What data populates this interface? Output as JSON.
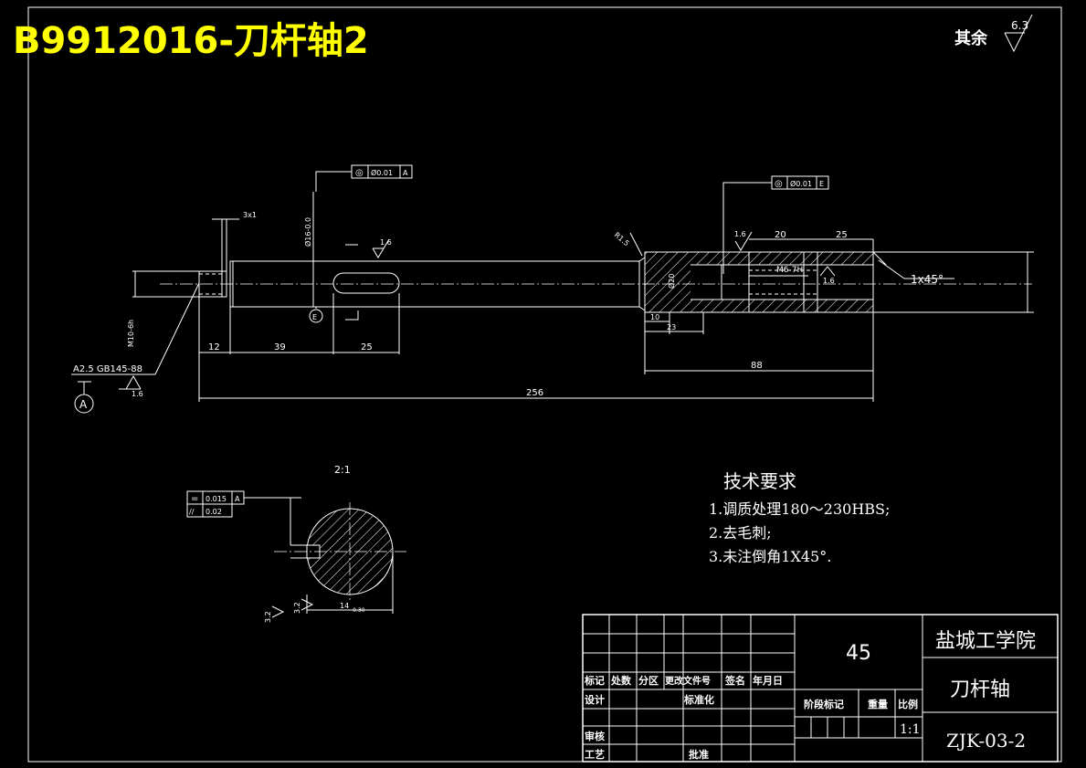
{
  "title": "B9912016-刀杆轴2",
  "roughness_other": {
    "label": "其余",
    "value": "6.3"
  },
  "tolerance_frames": {
    "top_left": {
      "symbol": "◎",
      "value": "Ø0.01",
      "datum": "A"
    },
    "top_right": {
      "symbol": "◎",
      "value": "Ø0.01",
      "datum": "E"
    },
    "section_sym": {
      "symbol": "=",
      "value": "0.015",
      "datum": "A"
    },
    "section_par": {
      "symbol": "//",
      "value": "0.02"
    }
  },
  "dims": {
    "d3x1": "3x1",
    "d12": "12",
    "d39": "39",
    "d25a": "25",
    "d256": "256",
    "d88": "88",
    "d10": "10",
    "d23": "23",
    "d20": "20",
    "d25b": "25",
    "thread_m10": "M10-6h",
    "diam16": "Ø16-0.0",
    "diam_left": "Ø20",
    "r15": "R1.5",
    "m6": "M6-7H",
    "chamfer": "1x45°",
    "r16a": "1.6",
    "r16b": "1.6",
    "r16c": "1.6",
    "r16d": "1.6",
    "center_hole": "A2.5 GB145-88",
    "section_scale": "2:1",
    "sec_dim14": "14",
    "sec_dim": "-0.30",
    "r32a": "3.2",
    "r32b": "3.2"
  },
  "datums": {
    "a": "A",
    "e": "E"
  },
  "tech_req": {
    "heading": "技术要求",
    "items": [
      "1.调质处理180～230HBS;",
      "2.去毛刺;",
      "3.未注倒角1X45°."
    ]
  },
  "titleblock": {
    "material": "45",
    "school": "盐城工学院",
    "part_name": "刀杆轴",
    "drawing_no": "ZJK-03-2",
    "scale": "1:1",
    "headers": [
      "标记",
      "处数",
      "分区",
      "更改文件号",
      "签名",
      "年月日"
    ],
    "design": "设计",
    "standardize": "标准化",
    "review": "审核",
    "process": "工艺",
    "approve": "批准",
    "stage_mark": "阶段标记",
    "weight": "重量",
    "ratio": "比例"
  }
}
